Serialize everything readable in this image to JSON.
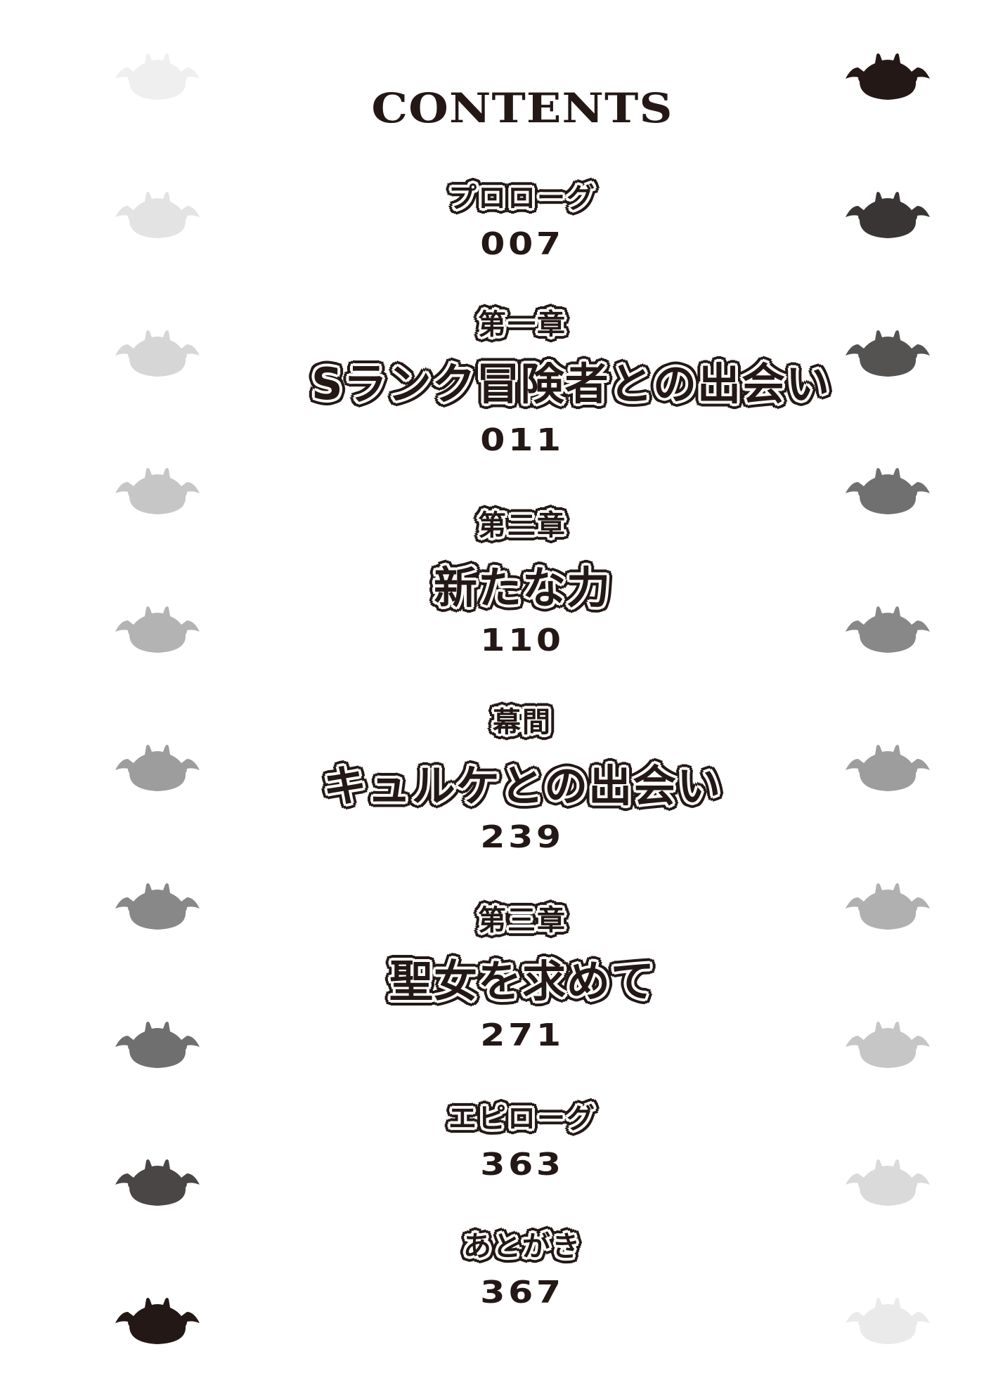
{
  "page": {
    "heading": "CONTENTS",
    "ink_color": "#231815",
    "background": "#ffffff"
  },
  "entries": [
    {
      "label": "プロローグ",
      "page": "007"
    },
    {
      "chapter": "第一章",
      "title": "Sランク冒険者との出会い",
      "page": "011"
    },
    {
      "chapter": "第二章",
      "title": "新たな力",
      "page": "110"
    },
    {
      "chapter": "幕間",
      "title": "キュルケとの出会い",
      "page": "239"
    },
    {
      "chapter": "第三章",
      "title": "聖女を求めて",
      "page": "271"
    },
    {
      "label": "エピローグ",
      "page": "363"
    },
    {
      "label": "あとがき",
      "page": "367"
    }
  ],
  "decorations": {
    "icon": "bat-icon",
    "left_column_colors": [
      "#efefef",
      "#e3e3e3",
      "#d6d6d6",
      "#c6c6c6",
      "#b3b3b3",
      "#9d9d9d",
      "#888888",
      "#6f6f6f",
      "#4a4646",
      "#231815"
    ],
    "right_column_colors": [
      "#231815",
      "#3a3535",
      "#555252",
      "#707070",
      "#888888",
      "#9d9d9d",
      "#b0b0b0",
      "#c6c6c6",
      "#dadada",
      "#eaeaea"
    ]
  }
}
